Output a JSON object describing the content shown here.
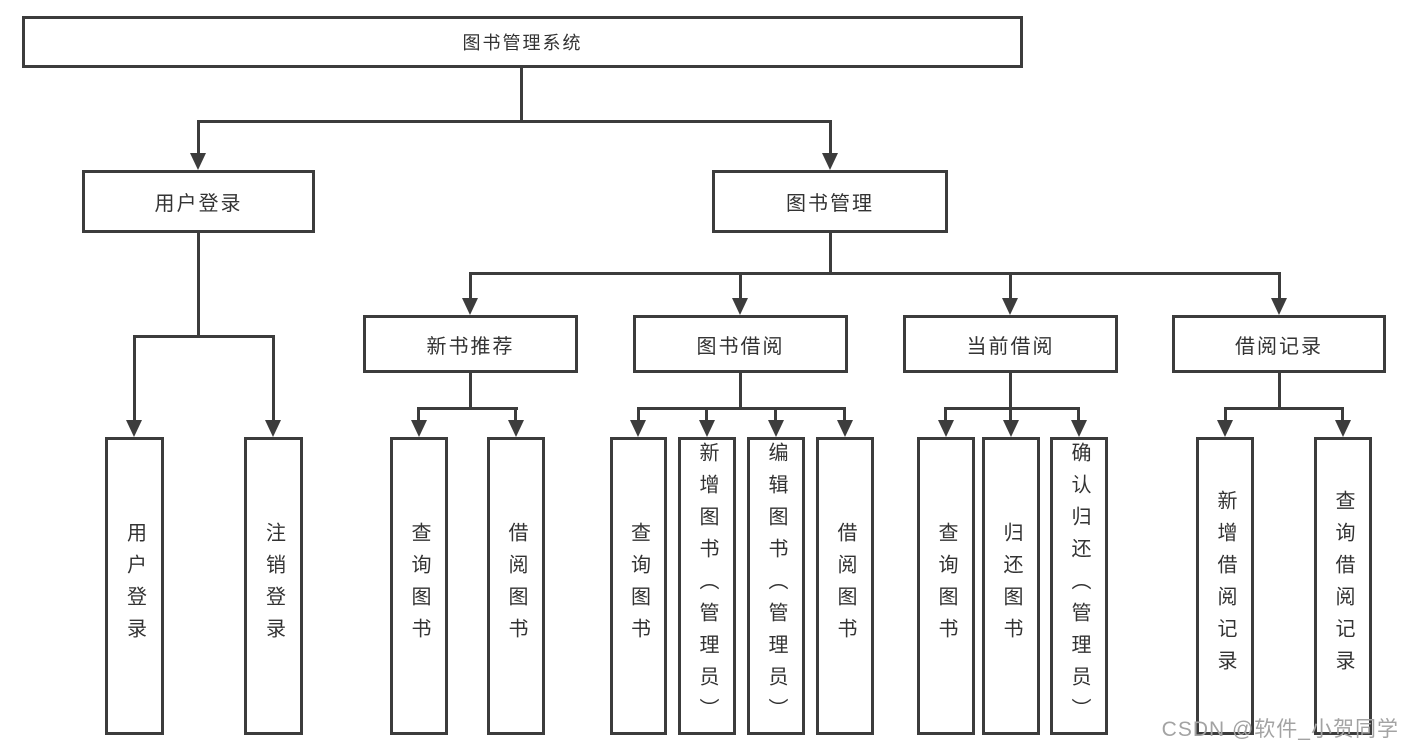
{
  "tree": {
    "root": "图书管理系统",
    "branches": {
      "user_login": {
        "label": "用户登录",
        "leaves": {
          "login": "用户登录",
          "logout": "注销登录"
        }
      },
      "book_mgmt": {
        "label": "图书管理",
        "groups": {
          "new_book_rec": {
            "label": "新书推荐",
            "leaves": {
              "query": "查询图书",
              "borrow": "借阅图书"
            }
          },
          "book_borrow": {
            "label": "图书借阅",
            "leaves": {
              "query": "查询图书",
              "add": "新增图书（管理员）",
              "edit": "编辑图书（管理员）",
              "borrow": "借阅图书"
            }
          },
          "current_borrow": {
            "label": "当前借阅",
            "leaves": {
              "query": "查询图书",
              "return": "归还图书",
              "confirm": "确认归还（管理员）"
            }
          },
          "borrow_records": {
            "label": "借阅记录",
            "leaves": {
              "add": "新增借阅记录",
              "query": "查询借阅记录"
            }
          }
        }
      }
    }
  },
  "watermark": {
    "text": "CSDN @软件_小贺同学"
  },
  "colors": {
    "line": "#3c3c3c",
    "text": "#333333",
    "background": "#ffffff",
    "watermark": "#a3a3a3"
  }
}
